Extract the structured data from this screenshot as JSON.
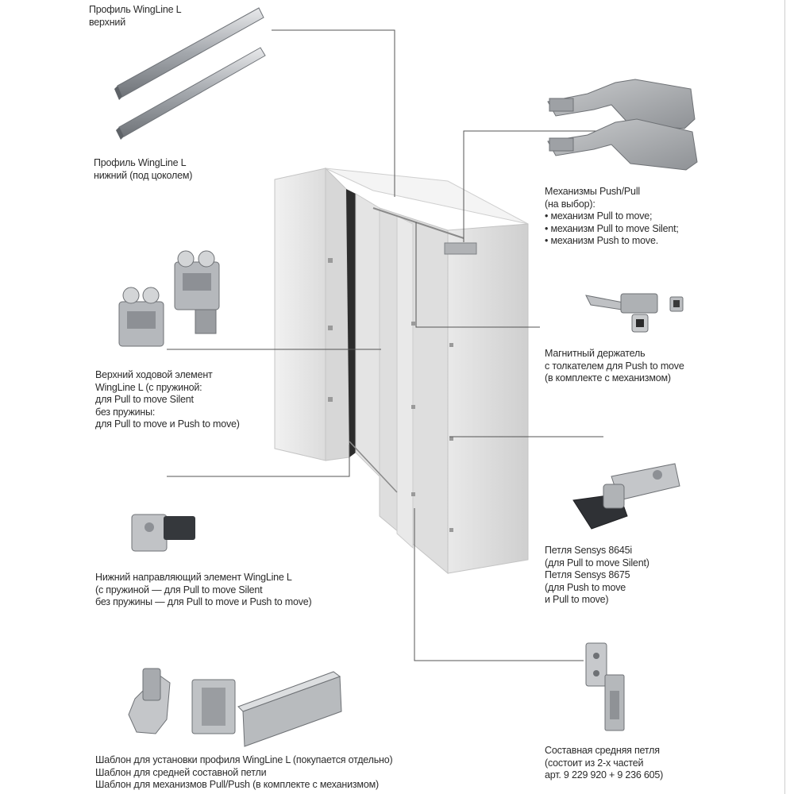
{
  "labels": {
    "top_profile": [
      "Профиль WingLine L",
      "верхний"
    ],
    "bottom_profile": [
      "Профиль WingLine L",
      "нижний (под цоколем)"
    ],
    "push_pull": [
      "Механизмы Push/Pull",
      "(на выбор):",
      "• механизм Pull to move;",
      "• механизм Pull to move Silent;",
      "• механизм Push to move."
    ],
    "magnet_holder": [
      "Магнитный держатель",
      "с толкателем для Push to move",
      "(в комплекте с механизмом)"
    ],
    "top_runner": [
      "Верхний ходовой элемент",
      "WingLine L (с пружиной:",
      "для Pull to move Silent",
      "без пружины:",
      "для Pull to move и Push to move)"
    ],
    "hinge": [
      "Петля Sensys 8645i",
      "(для Pull to move Silent)",
      "Петля Sensys 8675",
      "(для Push to move",
      "и Pull to move)"
    ],
    "bottom_guide": [
      "Нижний направляющий элемент WingLine L",
      "(с пружиной — для Pull to move Silent",
      "без пружины — для Pull to move и Push to move)"
    ],
    "templates": [
      "Шаблон для установки профиля WingLine L (покупается отдельно)",
      "Шаблон для средней составной петли",
      "Шаблон для механизмов Pull/Push (в комплекте с механизмом)"
    ],
    "middle_hinge": [
      "Составная средняя петля",
      "(состоит из 2-х частей",
      "арт. 9 229 920 + 9 236 605)"
    ]
  },
  "colors": {
    "text": "#2b2b2b",
    "leader": "#555555",
    "cabinet_front": "#e6e6e6",
    "cabinet_side": "#d2d2d2",
    "metal": "#b9bcc0",
    "metal_dark": "#7d8186",
    "mechanism": "#a6a8ab"
  }
}
